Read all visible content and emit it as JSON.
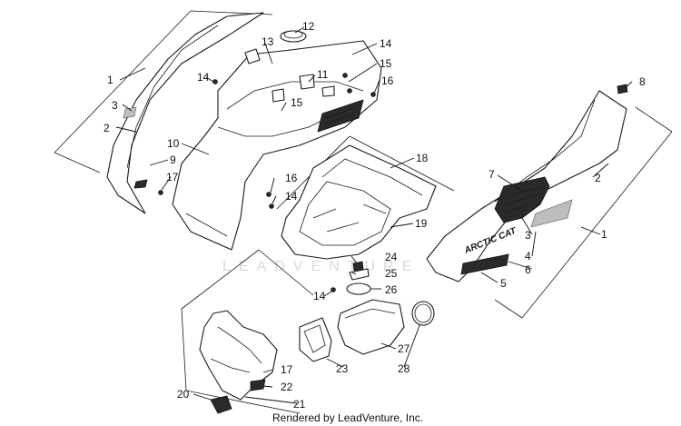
{
  "footer": "Rendered by LeadVenture, Inc.",
  "watermark": "LEADVENTURE",
  "decal": {
    "brand": "ARCTIC CAT"
  },
  "callouts": [
    "1",
    "2",
    "3",
    "4",
    "5",
    "6",
    "7",
    "8",
    "9",
    "10",
    "11",
    "12",
    "13",
    "14",
    "15",
    "16",
    "17",
    "18",
    "19",
    "20",
    "21",
    "22",
    "23",
    "24",
    "25",
    "26",
    "27",
    "28"
  ]
}
